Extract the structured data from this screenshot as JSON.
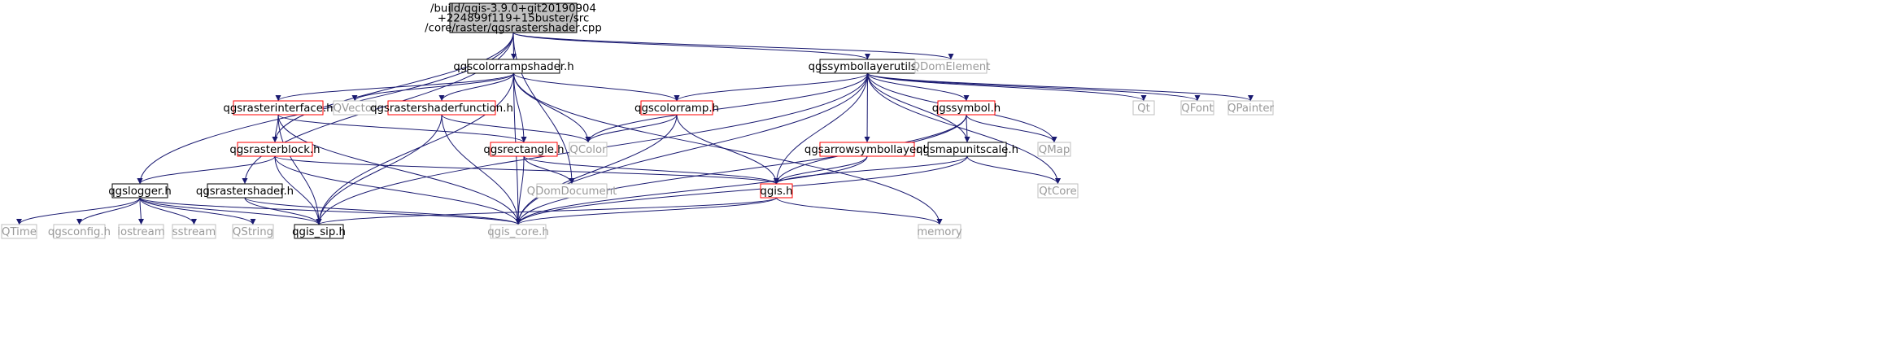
{
  "colors": {
    "edge": "#191970",
    "root_fill": "#bfbfbf",
    "normal_border": "#000000",
    "incomplete_border": "#ff0000",
    "external_border": "#bfbfbf",
    "external_text": "#9a9a9a"
  },
  "nodes": [
    {
      "id": "root",
      "lines": [
        "/build/qgis-3.9.0+git20190904",
        "+224899f119+15buster/src",
        "/core/raster/qgsrastershader.cpp"
      ],
      "kind": "root"
    },
    {
      "id": "qgscolorrampshader",
      "lines": [
        "qgscolorrampshader.h"
      ],
      "kind": "normal"
    },
    {
      "id": "qgssymbollayerutils",
      "lines": [
        "qgssymbollayerutils.h"
      ],
      "kind": "normal"
    },
    {
      "id": "qdomelement",
      "lines": [
        "QDomElement"
      ],
      "kind": "external"
    },
    {
      "id": "qgsrasterinterface",
      "lines": [
        "qgsrasterinterface.h"
      ],
      "kind": "incomplete"
    },
    {
      "id": "qvector",
      "lines": [
        "QVector"
      ],
      "kind": "external"
    },
    {
      "id": "qgsrastershaderfunction",
      "lines": [
        "qgsrastershaderfunction.h"
      ],
      "kind": "incomplete"
    },
    {
      "id": "qgscolorramp",
      "lines": [
        "qgscolorramp.h"
      ],
      "kind": "incomplete"
    },
    {
      "id": "qgssymbol",
      "lines": [
        "qgssymbol.h"
      ],
      "kind": "incomplete"
    },
    {
      "id": "qt",
      "lines": [
        "Qt"
      ],
      "kind": "external"
    },
    {
      "id": "qfont",
      "lines": [
        "QFont"
      ],
      "kind": "external"
    },
    {
      "id": "qpainter",
      "lines": [
        "QPainter"
      ],
      "kind": "external"
    },
    {
      "id": "qgsrasterblock",
      "lines": [
        "qgsrasterblock.h"
      ],
      "kind": "incomplete"
    },
    {
      "id": "qgsrectangle",
      "lines": [
        "qgsrectangle.h"
      ],
      "kind": "incomplete"
    },
    {
      "id": "qcolor",
      "lines": [
        "QColor"
      ],
      "kind": "external"
    },
    {
      "id": "qgsarrowsymbollayer",
      "lines": [
        "qgsarrowsymbollayer.h"
      ],
      "kind": "incomplete"
    },
    {
      "id": "qgsmapunitscale",
      "lines": [
        "qgsmapunitscale.h"
      ],
      "kind": "normal"
    },
    {
      "id": "qmap",
      "lines": [
        "QMap"
      ],
      "kind": "external"
    },
    {
      "id": "qgslogger",
      "lines": [
        "qgslogger.h"
      ],
      "kind": "normal"
    },
    {
      "id": "qgsrastershader",
      "lines": [
        "qgsrastershader.h"
      ],
      "kind": "normal"
    },
    {
      "id": "qdomdocument",
      "lines": [
        "QDomDocument"
      ],
      "kind": "external"
    },
    {
      "id": "qgis",
      "lines": [
        "qgis.h"
      ],
      "kind": "incomplete"
    },
    {
      "id": "qtcore",
      "lines": [
        "QtCore"
      ],
      "kind": "external"
    },
    {
      "id": "qtime",
      "lines": [
        "QTime"
      ],
      "kind": "external"
    },
    {
      "id": "qgsconfig",
      "lines": [
        "qgsconfig.h"
      ],
      "kind": "external"
    },
    {
      "id": "iostream",
      "lines": [
        "iostream"
      ],
      "kind": "external"
    },
    {
      "id": "sstream",
      "lines": [
        "sstream"
      ],
      "kind": "external"
    },
    {
      "id": "qstring",
      "lines": [
        "QString"
      ],
      "kind": "external"
    },
    {
      "id": "qgis_sip",
      "lines": [
        "qgis_sip.h"
      ],
      "kind": "normal"
    },
    {
      "id": "qgis_core",
      "lines": [
        "qgis_core.h"
      ],
      "kind": "external"
    },
    {
      "id": "memory",
      "lines": [
        "memory"
      ],
      "kind": "external"
    }
  ],
  "edges": [
    [
      "root",
      "qgscolorrampshader"
    ],
    [
      "root",
      "qgssymbollayerutils"
    ],
    [
      "root",
      "qdomelement"
    ],
    [
      "root",
      "qgsrasterblock"
    ],
    [
      "root",
      "qgslogger"
    ],
    [
      "root",
      "qgsrastershader"
    ],
    [
      "root",
      "qdomdocument"
    ],
    [
      "qgscolorrampshader",
      "qgsrasterinterface"
    ],
    [
      "qgscolorrampshader",
      "qvector"
    ],
    [
      "qgscolorrampshader",
      "qgsrastershaderfunction"
    ],
    [
      "qgscolorrampshader",
      "qgscolorramp"
    ],
    [
      "qgscolorrampshader",
      "qgsrectangle"
    ],
    [
      "qgscolorrampshader",
      "qcolor"
    ],
    [
      "qgscolorrampshader",
      "qgis_sip"
    ],
    [
      "qgscolorrampshader",
      "qgis_core"
    ],
    [
      "qgscolorrampshader",
      "memory"
    ],
    [
      "qgssymbollayerutils",
      "qgscolorramp"
    ],
    [
      "qgssymbollayerutils",
      "qgssymbol"
    ],
    [
      "qgssymbollayerutils",
      "qt"
    ],
    [
      "qgssymbollayerutils",
      "qfont"
    ],
    [
      "qgssymbollayerutils",
      "qpainter"
    ],
    [
      "qgssymbollayerutils",
      "qcolor"
    ],
    [
      "qgssymbollayerutils",
      "qgsarrowsymbollayer"
    ],
    [
      "qgssymbollayerutils",
      "qgsmapunitscale"
    ],
    [
      "qgssymbollayerutils",
      "qmap"
    ],
    [
      "qgssymbollayerutils",
      "qgis"
    ],
    [
      "qgssymbollayerutils",
      "qtcore"
    ],
    [
      "qgssymbollayerutils",
      "qgis_sip"
    ],
    [
      "qgssymbollayerutils",
      "qgis_core"
    ],
    [
      "qgsrasterinterface",
      "qgsrasterblock"
    ],
    [
      "qgsrasterinterface",
      "qgsrectangle"
    ],
    [
      "qgsrasterinterface",
      "qgis_sip"
    ],
    [
      "qgsrasterinterface",
      "qgis_core"
    ],
    [
      "qgsrastershaderfunction",
      "qcolor"
    ],
    [
      "qgsrastershaderfunction",
      "qgis_sip"
    ],
    [
      "qgsrastershaderfunction",
      "qgis_core"
    ],
    [
      "qgscolorramp",
      "qcolor"
    ],
    [
      "qgscolorramp",
      "qgis"
    ],
    [
      "qgscolorramp",
      "qgis_core"
    ],
    [
      "qgssymbol",
      "qgsmapunitscale"
    ],
    [
      "qgssymbol",
      "qmap"
    ],
    [
      "qgssymbol",
      "qgis"
    ],
    [
      "qgssymbol",
      "qgis_core"
    ],
    [
      "qgsrasterblock",
      "qgslogger"
    ],
    [
      "qgsrasterblock",
      "qgis"
    ],
    [
      "qgsrasterblock",
      "qgis_sip"
    ],
    [
      "qgsrasterblock",
      "qgis_core"
    ],
    [
      "qgsrectangle",
      "qdomdocument"
    ],
    [
      "qgsrectangle",
      "qgis"
    ],
    [
      "qgsrectangle",
      "qgis_core"
    ],
    [
      "qgsarrowsymbollayer",
      "qgis"
    ],
    [
      "qgsarrowsymbollayer",
      "qgis_core"
    ],
    [
      "qgsmapunitscale",
      "qgis"
    ],
    [
      "qgsmapunitscale",
      "qtcore"
    ],
    [
      "qgsmapunitscale",
      "qgis_core"
    ],
    [
      "qgslogger",
      "qtime"
    ],
    [
      "qgslogger",
      "qgsconfig"
    ],
    [
      "qgslogger",
      "iostream"
    ],
    [
      "qgslogger",
      "sstream"
    ],
    [
      "qgslogger",
      "qstring"
    ],
    [
      "qgslogger",
      "qgis_sip"
    ],
    [
      "qgslogger",
      "qgis_core"
    ],
    [
      "qgsrastershader",
      "qgis_sip"
    ],
    [
      "qgsrastershader",
      "qgis_core"
    ],
    [
      "qgis",
      "qgis_sip"
    ],
    [
      "qgis",
      "qgis_core"
    ],
    [
      "qgis",
      "memory"
    ]
  ]
}
